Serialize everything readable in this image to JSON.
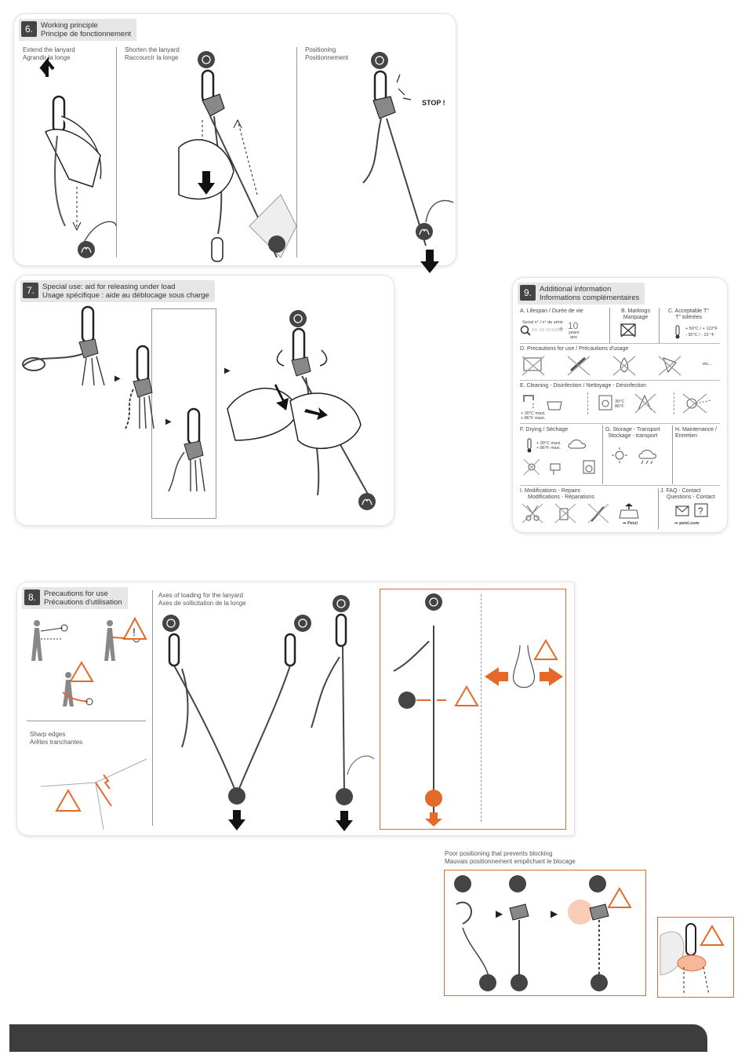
{
  "section6": {
    "number": "6.",
    "title_en": "Working principle",
    "title_fr": "Principe de fonctionnement",
    "col1_en": "Extend the lanyard",
    "col1_fr": "Agrandir la longe",
    "col2_en": "Shorten the lanyard",
    "col2_fr": "Raccourcir la longe",
    "col3_en": "Positioning",
    "col3_fr": "Positionnement",
    "stop": "STOP !"
  },
  "section7": {
    "number": "7.",
    "title_en": "Special use: aid for releasing under load",
    "title_fr": "Usage spécifique : aide au déblocage sous charge"
  },
  "section8": {
    "number": "8.",
    "title_en": "Precautions for use",
    "title_fr": "Précautions d'utilisation",
    "axes_en": "Axes of loading for the lanyard",
    "axes_fr": "Axes de sollicitation de la longe",
    "sharp_en": "Sharp edges",
    "sharp_fr": "Arêtes tranchantes",
    "poor_en": "Poor positioning that prevents blocking",
    "poor_fr": "Mauvais positionnement empêchant le blocage"
  },
  "section9": {
    "number": "9.",
    "title_en": "Additional information",
    "title_fr": "Informations complémentaires",
    "a": "A. Lifespan / Durée de vie",
    "a_serial": "Serial n° / n° de série",
    "a_serial_value": "XX XX XXXXX",
    "a_plus": "+",
    "a_years_num": "10",
    "a_years_word": "years",
    "a_years_fr": "ans",
    "b_l1": "B. Markings",
    "b_l2": "Marquage",
    "c_l1": "C. Acceptable T°",
    "c_l2": "T° tolérées",
    "c_hot": "+ 50°C / + 122°F",
    "c_cold": "- 30°C / - 22 °F",
    "d": "D. Precautions for use / Précautions d'usage",
    "d_etc": "etc...",
    "e": "E. Cleaning - Disinfection / Nettoyage - Désinfection",
    "e_temp1": "+ 30°C maxi.",
    "e_temp2": "+ 86°F maxi.",
    "e_wash1": "30°C",
    "e_wash2": "86°F",
    "f": "F. Drying / Séchage",
    "f_temp1": "+ 30°C maxi.",
    "f_temp2": "+ 86°F maxi.",
    "g_l1": "G. Storage - Transport",
    "g_l2": "Stockage - transport",
    "h_l1": "H. Maintenance /",
    "h_l2": "Entretien",
    "i_l1": "I. Modifications - Repairs",
    "i_l2": "Modifications - Réparations",
    "i_brand": "Petzl",
    "j_l1": "J. FAQ - Contact",
    "j_l2": "Questions - Contact",
    "j_site": "petzl.com"
  }
}
